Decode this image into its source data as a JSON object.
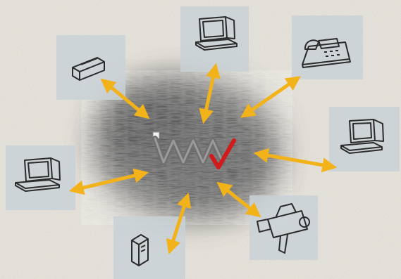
{
  "colors": {
    "background": "#ebe8e0",
    "card": "#c9d1d6",
    "arrow": "#f2b21a",
    "arrow_shadow": "#b97f10",
    "hub_cloud": "#5c5c5c",
    "sketch": "#2b2b2b",
    "logo_line": "#707070",
    "logo_check": "#d11a1a"
  },
  "hub": {
    "icon": "network-hub-logo-icon"
  },
  "devices": [
    {
      "id": "printer",
      "icon": "printer-icon"
    },
    {
      "id": "computer-top",
      "icon": "computer-icon"
    },
    {
      "id": "telephone",
      "icon": "telephone-icon"
    },
    {
      "id": "computer-right",
      "icon": "computer-icon"
    },
    {
      "id": "video-camera",
      "icon": "video-camera-icon"
    },
    {
      "id": "pc-tower",
      "icon": "pc-tower-icon"
    },
    {
      "id": "computer-left",
      "icon": "computer-icon"
    }
  ]
}
